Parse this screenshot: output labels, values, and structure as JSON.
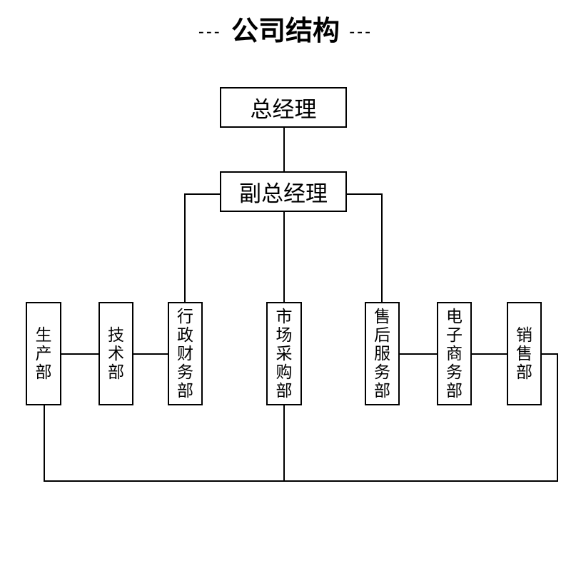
{
  "title": "公司结构",
  "title_dashes": "---",
  "line_color": "#000000",
  "general_manager": "总经理",
  "deputy_general_manager": "副总经理",
  "departments": [
    "生产部",
    "技术部",
    "行政财务部",
    "市场采购部",
    "售后服务部",
    "电子商务部",
    "销售部"
  ]
}
